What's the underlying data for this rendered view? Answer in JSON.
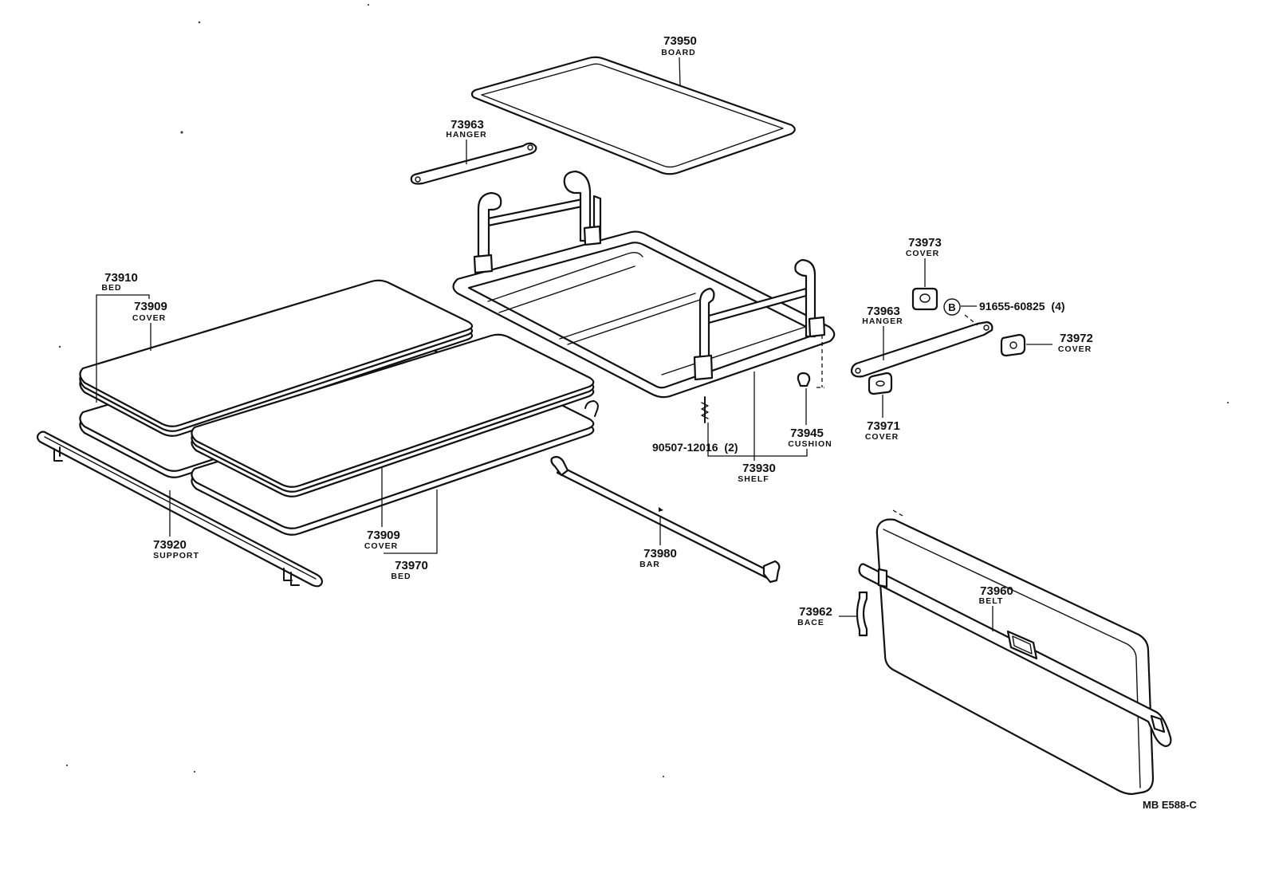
{
  "callouts": [
    {
      "number": "73950",
      "name": "BOARD"
    },
    {
      "number": "73963",
      "name": "HANGER"
    },
    {
      "number": "73910",
      "name": "BED"
    },
    {
      "number": "73909",
      "name": "COVER"
    },
    {
      "number": "73973",
      "name": "COVER"
    },
    {
      "number": "73963",
      "name": "HANGER"
    },
    {
      "number": "73972",
      "name": "COVER"
    },
    {
      "number": "73971",
      "name": "COVER"
    },
    {
      "number": "73945",
      "name": "CUSHION"
    },
    {
      "number": "73930",
      "name": "SHELF"
    },
    {
      "number": "73920",
      "name": "SUPPORT"
    },
    {
      "number": "73909",
      "name": "COVER"
    },
    {
      "number": "73970",
      "name": "BED"
    },
    {
      "number": "73980",
      "name": "BAR"
    },
    {
      "number": "73960",
      "name": "BELT"
    },
    {
      "number": "73962",
      "name": "BACE"
    }
  ],
  "hardware": [
    {
      "marker": "B",
      "part_number": "91655-60825",
      "quantity": "(4)"
    },
    {
      "part_number": "90507-12016",
      "quantity": "(2)"
    }
  ],
  "figure_code": "MB E588-C",
  "colors": {
    "ink": "#111111",
    "paper": "#ffffff"
  }
}
